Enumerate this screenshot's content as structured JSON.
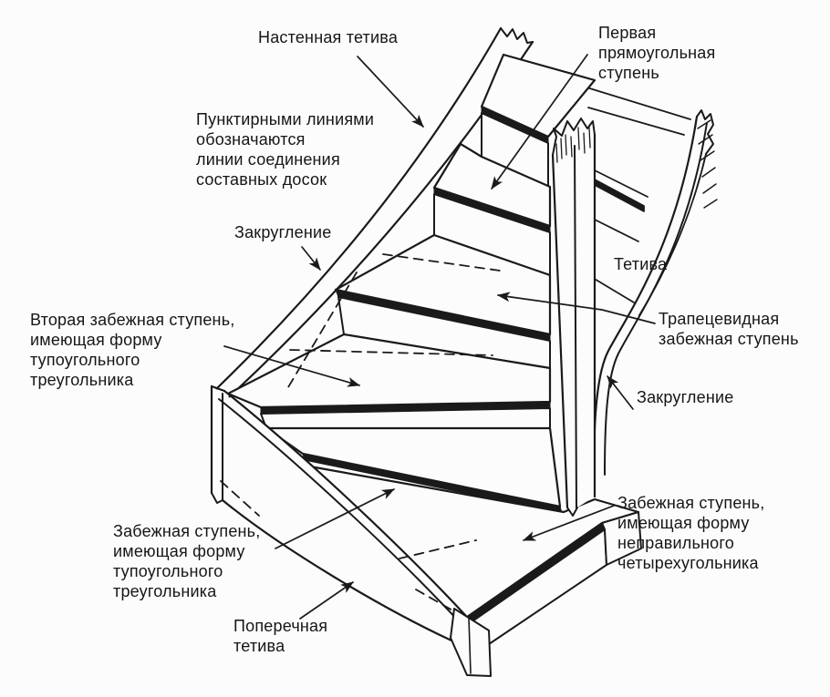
{
  "figure": {
    "type": "technical-line-drawing",
    "subject": "winder-staircase-construction",
    "ink_color": "#1a1a1a",
    "paper_color": "#fcfcfc"
  },
  "labels": {
    "wall_stringer": {
      "lines": [
        "Настенная тетива"
      ]
    },
    "first_rect_step": {
      "lines": [
        "Первая",
        "прямоугольная",
        "ступень"
      ]
    },
    "dashed_note": {
      "lines": [
        "Пунктирными линиями",
        "обозначаются",
        "линии соединения",
        "составных досок"
      ]
    },
    "rounding_left": {
      "lines": [
        "Закругление"
      ]
    },
    "stringer_right": {
      "lines": [
        "Тетива"
      ]
    },
    "trapezoid_step": {
      "lines": [
        "Трапецевидная",
        "забежная ступень"
      ]
    },
    "second_winder": {
      "lines": [
        "Вторая забежная ступень,",
        "имеющая форму",
        "тупоугольного",
        "треугольника"
      ]
    },
    "rounding_right": {
      "lines": [
        "Закругление"
      ]
    },
    "triangle_winder": {
      "lines": [
        "Забежная ступень,",
        "имеющая форму",
        "тупоугольного",
        "треугольника"
      ]
    },
    "transverse_stringer": {
      "lines": [
        "Поперечная",
        "тетива"
      ]
    },
    "quad_winder": {
      "lines": [
        "Забежная ступень,",
        "имеющая форму",
        "неправильного",
        "четырехугольника"
      ]
    }
  }
}
